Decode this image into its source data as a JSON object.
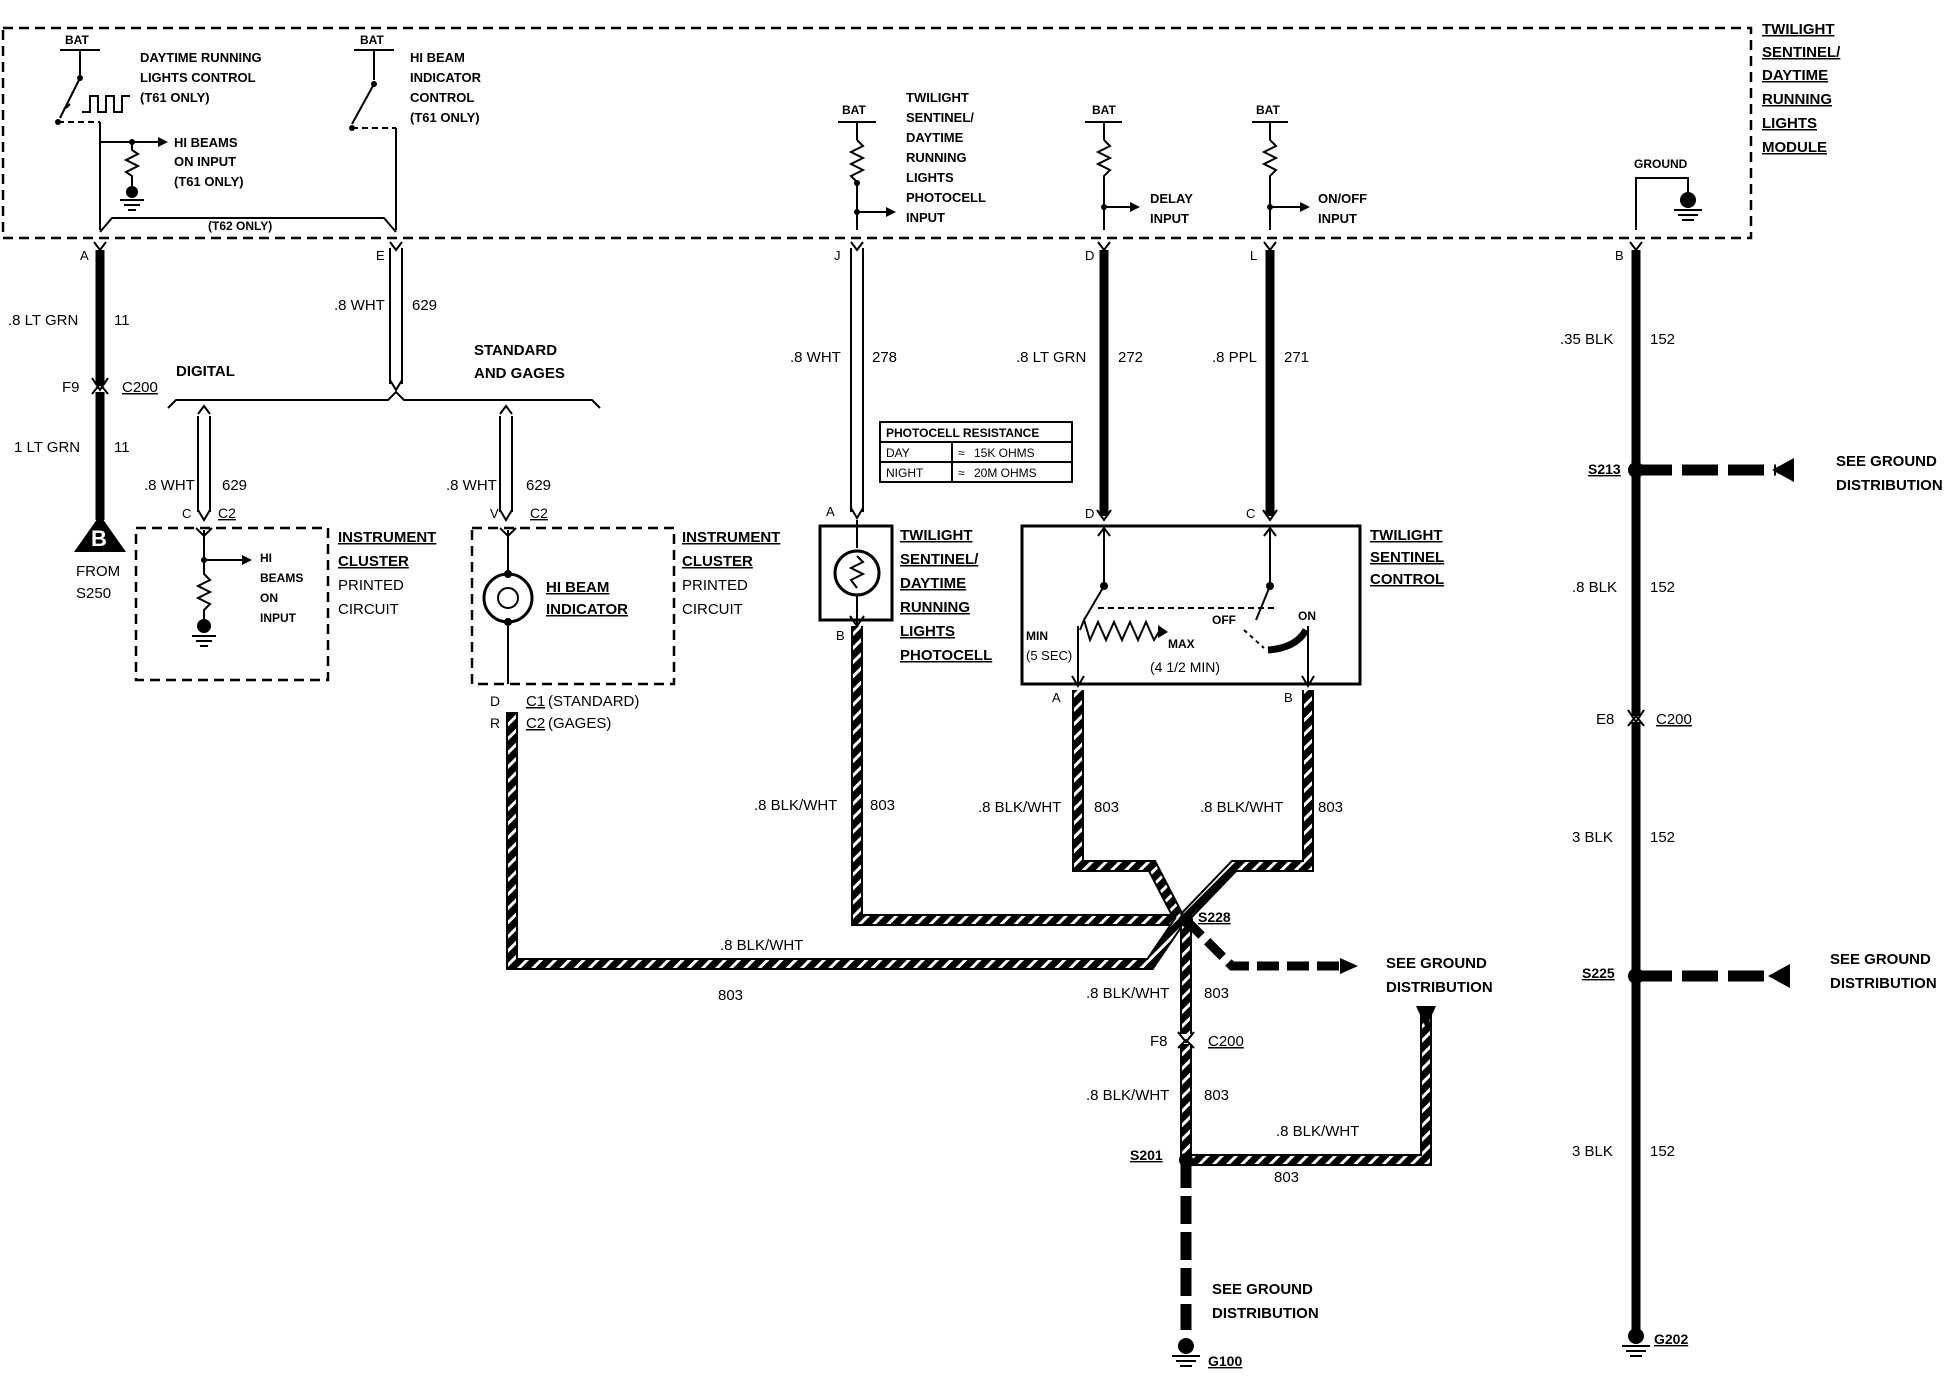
{
  "module": {
    "label_lines": [
      "TWILIGHT",
      "SENTINEL/",
      "DAYTIME",
      "RUNNING",
      "LIGHTS",
      "MODULE"
    ],
    "drl_control_lines": [
      "DAYTIME RUNNING",
      "LIGHTS CONTROL",
      "(T61 ONLY)"
    ],
    "hibeam_indicator_control_lines": [
      "HI BEAM",
      "INDICATOR",
      "CONTROL",
      "(T61 ONLY)"
    ],
    "hibeams_on_input_lines": [
      "HI BEAMS",
      "ON INPUT",
      "(T61 ONLY)"
    ],
    "t62_only": "(T62 ONLY)",
    "photocell_input_lines": [
      "TWILIGHT",
      "SENTINEL/",
      "DAYTIME",
      "RUNNING",
      "LIGHTS",
      "PHOTOCELL",
      "INPUT"
    ],
    "delay_input_lines": [
      "DELAY",
      "INPUT"
    ],
    "onoff_input_lines": [
      "ON/OFF",
      "INPUT"
    ],
    "ground": "GROUND",
    "bat": "BAT"
  },
  "pins": {
    "A": "A",
    "E": "E",
    "J": "J",
    "D": "D",
    "L": "L",
    "B": "B",
    "C": "C",
    "V": "V",
    "R": "R"
  },
  "wires": {
    "w11a": {
      "gauge": ".8 LT GRN",
      "circuit": "11"
    },
    "w11b": {
      "gauge": "1 LT GRN",
      "circuit": "11"
    },
    "w629a": {
      "gauge": ".8 WHT",
      "circuit": "629"
    },
    "w629b": {
      "gauge": ".8 WHT",
      "circuit": "629"
    },
    "w629c": {
      "gauge": ".8 WHT",
      "circuit": "629"
    },
    "w278": {
      "gauge": ".8 WHT",
      "circuit": "278"
    },
    "w272": {
      "gauge": ".8 LT GRN",
      "circuit": "272"
    },
    "w271": {
      "gauge": ".8 PPL",
      "circuit": "271"
    },
    "w152a": {
      "gauge": ".35 BLK",
      "circuit": "152"
    },
    "w152b": {
      "gauge": ".8 BLK",
      "circuit": "152"
    },
    "w152c": {
      "gauge": "3 BLK",
      "circuit": "152"
    },
    "w152d": {
      "gauge": "3 BLK",
      "circuit": "152"
    },
    "w803a": {
      "gauge": ".8 BLK/WHT",
      "circuit": "803"
    },
    "w803b": {
      "gauge": ".8 BLK/WHT",
      "circuit": "803"
    },
    "w803c": {
      "gauge": ".8 BLK/WHT",
      "circuit": "803"
    },
    "w803d": {
      "gauge": ".8 BLK/WHT",
      "circuit": "803"
    },
    "w803e": {
      "gauge": ".8 BLK/WHT",
      "circuit": "803"
    },
    "w803f": {
      "gauge": ".8 BLK/WHT",
      "circuit": "803"
    },
    "w803g": {
      "gauge": ".8 BLK/WHT",
      "circuit": "803"
    }
  },
  "connectors": {
    "f9": "F9",
    "c200": "C200",
    "c2": "C2",
    "c1_standard": "C1",
    "c1_std_text": "(STANDARD)",
    "c2_gages_text": "(GAGES)",
    "e8": "E8",
    "f8": "F8"
  },
  "splices": {
    "s213": "S213",
    "s225": "S225",
    "s228": "S228",
    "s201": "S201"
  },
  "grounds": {
    "g100": "G100",
    "g202": "G202"
  },
  "see_ground_distribution_lines": [
    "SEE GROUND",
    "DISTRIBUTION"
  ],
  "branch": {
    "digital": "DIGITAL",
    "standard_lines": [
      "STANDARD",
      "AND GAGES"
    ]
  },
  "from_s250": {
    "letter": "B",
    "lines": [
      "FROM",
      "S250"
    ]
  },
  "cluster": {
    "label_lines": [
      "INSTRUMENT",
      "CLUSTER",
      "PRINTED",
      "CIRCUIT"
    ],
    "hibeams_on_input_lines": [
      "HI",
      "BEAMS",
      "ON",
      "INPUT"
    ],
    "hibeam_indicator_lines": [
      "HI BEAM",
      "INDICATOR"
    ]
  },
  "photocell": {
    "label_lines": [
      "TWILIGHT",
      "SENTINEL/",
      "DAYTIME",
      "RUNNING",
      "LIGHTS",
      "PHOTOCELL"
    ],
    "table_title": "PHOTOCELL RESISTANCE",
    "rows": [
      {
        "k": "DAY",
        "v": "15K OHMS"
      },
      {
        "k": "NIGHT",
        "v": "20M OHMS"
      }
    ]
  },
  "control": {
    "label_lines": [
      "TWILIGHT",
      "SENTINEL",
      "CONTROL"
    ],
    "min_lines": [
      "MIN",
      "(5 SEC)"
    ],
    "max": "MAX",
    "max_time": "(4 1/2 MIN)",
    "off": "OFF",
    "on": "ON"
  }
}
